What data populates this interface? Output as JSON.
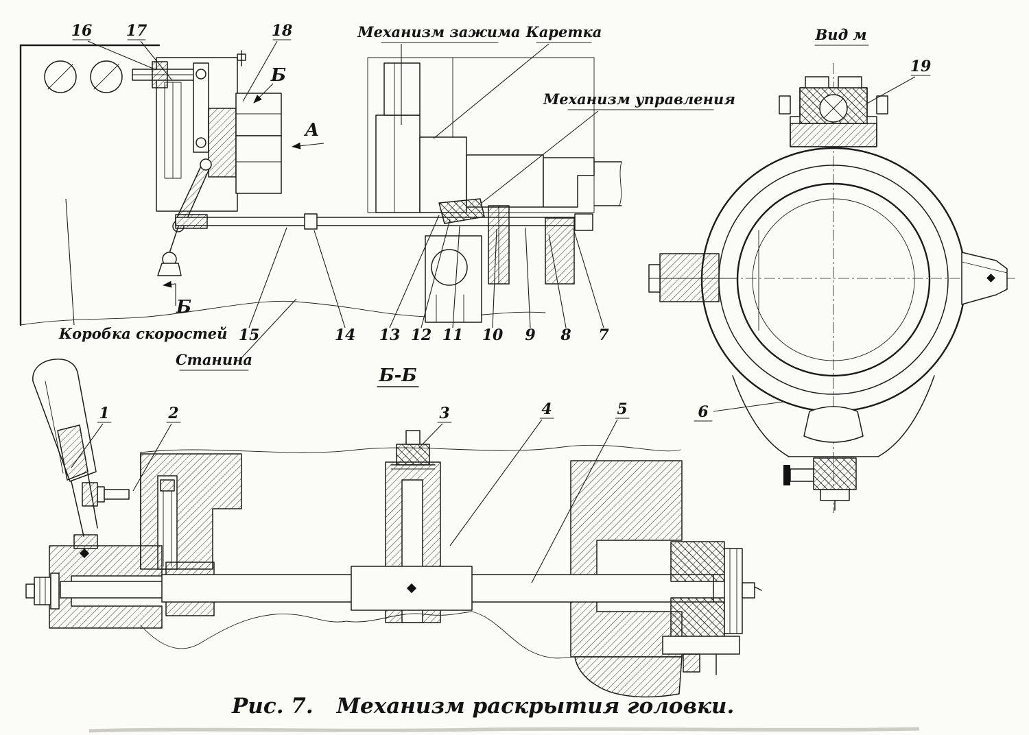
{
  "figure": {
    "caption_prefix": "Рис. 7.",
    "caption_title": "Механизм раскрытия головки."
  },
  "views": {
    "main": {
      "label_clamp": "Механизм зажима",
      "label_carriage": "Каретка",
      "label_control": "Механизм управления",
      "label_gearbox": "Коробка скоростей",
      "label_bed": "Станина",
      "arrow_a": "А",
      "arrow_b_upper": "Б",
      "arrow_b_lower": "Б"
    },
    "section": {
      "title": "Б-Б"
    },
    "view_m": {
      "title": "Вид м"
    }
  },
  "callouts": {
    "n1": "1",
    "n2": "2",
    "n3": "3",
    "n4": "4",
    "n5": "5",
    "n6": "6",
    "n7": "7",
    "n8": "8",
    "n9": "9",
    "n10": "10",
    "n11": "11",
    "n12": "12",
    "n13": "13",
    "n14": "14",
    "n15": "15",
    "n16": "16",
    "n17": "17",
    "n18": "18",
    "n19": "19"
  }
}
